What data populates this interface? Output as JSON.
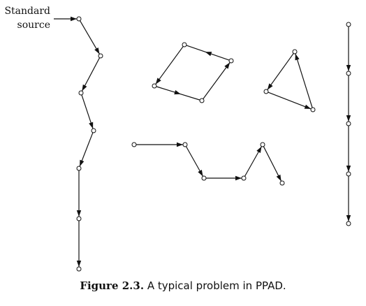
{
  "source_label": {
    "line1": "Standard",
    "line2": "source"
  },
  "caption": {
    "label": "Figure 2.3.",
    "text": "A typical problem in PPAD."
  },
  "colors": {
    "ink": "#111111",
    "background": "#ffffff"
  }
}
